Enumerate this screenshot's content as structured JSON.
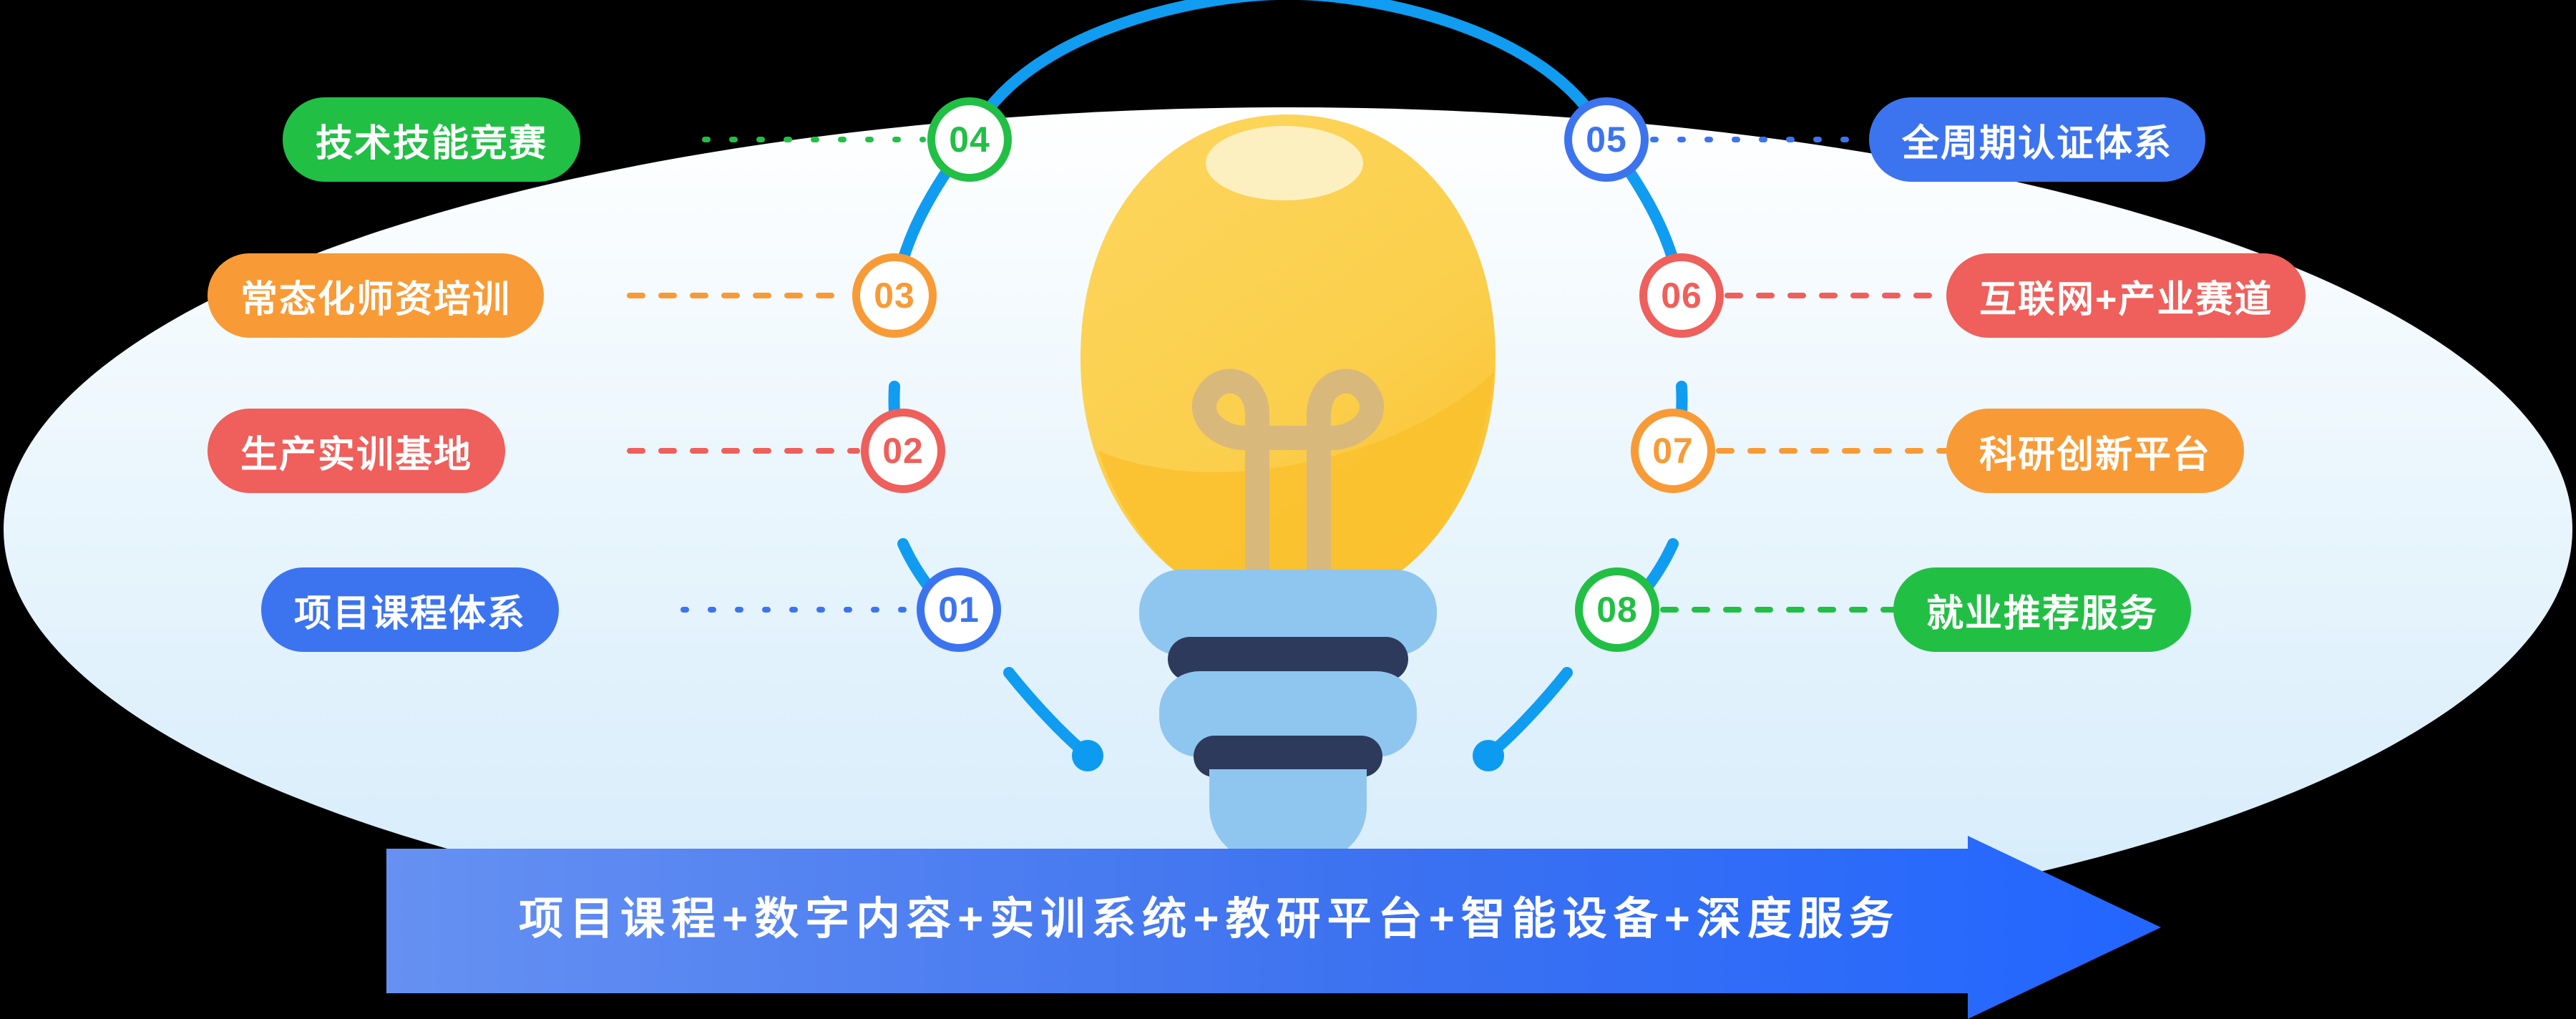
{
  "diagram": {
    "title": "项目课程+数字内容+实训系统+教研平台+智能设备+深度服务",
    "center_icon": "lightbulb-icon"
  },
  "colors": {
    "green": "#22BF45",
    "orange": "#F89B36",
    "red": "#EF5F5B",
    "blue": "#3C74F0",
    "curve_blue": "#109CF1",
    "bulb_yellow": "#FBD14B",
    "bulb_yellow_dark": "#FAC12E",
    "bulb_highlight": "#FDF0C0",
    "filament": "#D9B87C",
    "base_blue": "#8FC6EF",
    "base_navy": "#2E3A5C",
    "backdrop_top": "#FFFFFF",
    "backdrop_bottom": "#D6ECFA"
  },
  "nodes": [
    {
      "id": "01",
      "color_key": "blue",
      "side": "left",
      "label": "项目课程体系"
    },
    {
      "id": "02",
      "color_key": "red",
      "side": "left",
      "label": "生产实训基地"
    },
    {
      "id": "03",
      "color_key": "orange",
      "side": "left",
      "label": "常态化师资培训"
    },
    {
      "id": "04",
      "color_key": "green",
      "side": "left",
      "label": "技术技能竞赛"
    },
    {
      "id": "05",
      "color_key": "blue",
      "side": "right",
      "label": "全周期认证体系"
    },
    {
      "id": "06",
      "color_key": "red",
      "side": "right",
      "label": "互联网+产业赛道"
    },
    {
      "id": "07",
      "color_key": "orange",
      "side": "right",
      "label": "科研创新平台"
    },
    {
      "id": "08",
      "color_key": "green",
      "side": "right",
      "label": "就业推荐服务"
    }
  ],
  "banner": {
    "text": "项目课程+数字内容+实训系统+教研平台+智能设备+深度服务",
    "shape": "right-arrow"
  }
}
